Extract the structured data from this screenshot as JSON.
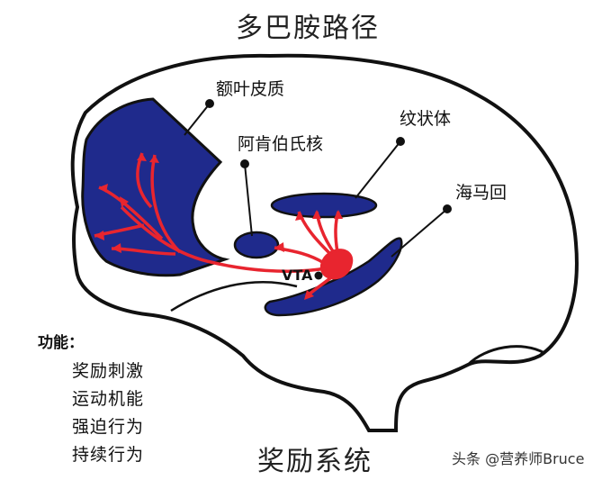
{
  "title": "多巴胺路径",
  "subtitle": "奖励系统",
  "labels": {
    "prefrontal_cortex": "额叶皮质",
    "nucleus_accumbens": "阿肯伯氏核",
    "striatum": "纹状体",
    "hippocampus": "海马回",
    "vta": "VTA"
  },
  "functions": {
    "title": "功能：",
    "items": [
      "奖励刺激",
      "运动机能",
      "强迫行为",
      "持续行为"
    ]
  },
  "watermark": "头条 @营养师Bruce",
  "colors": {
    "region_fill": "#1f2a8c",
    "pathway": "#e8252f",
    "outline": "#111111"
  }
}
